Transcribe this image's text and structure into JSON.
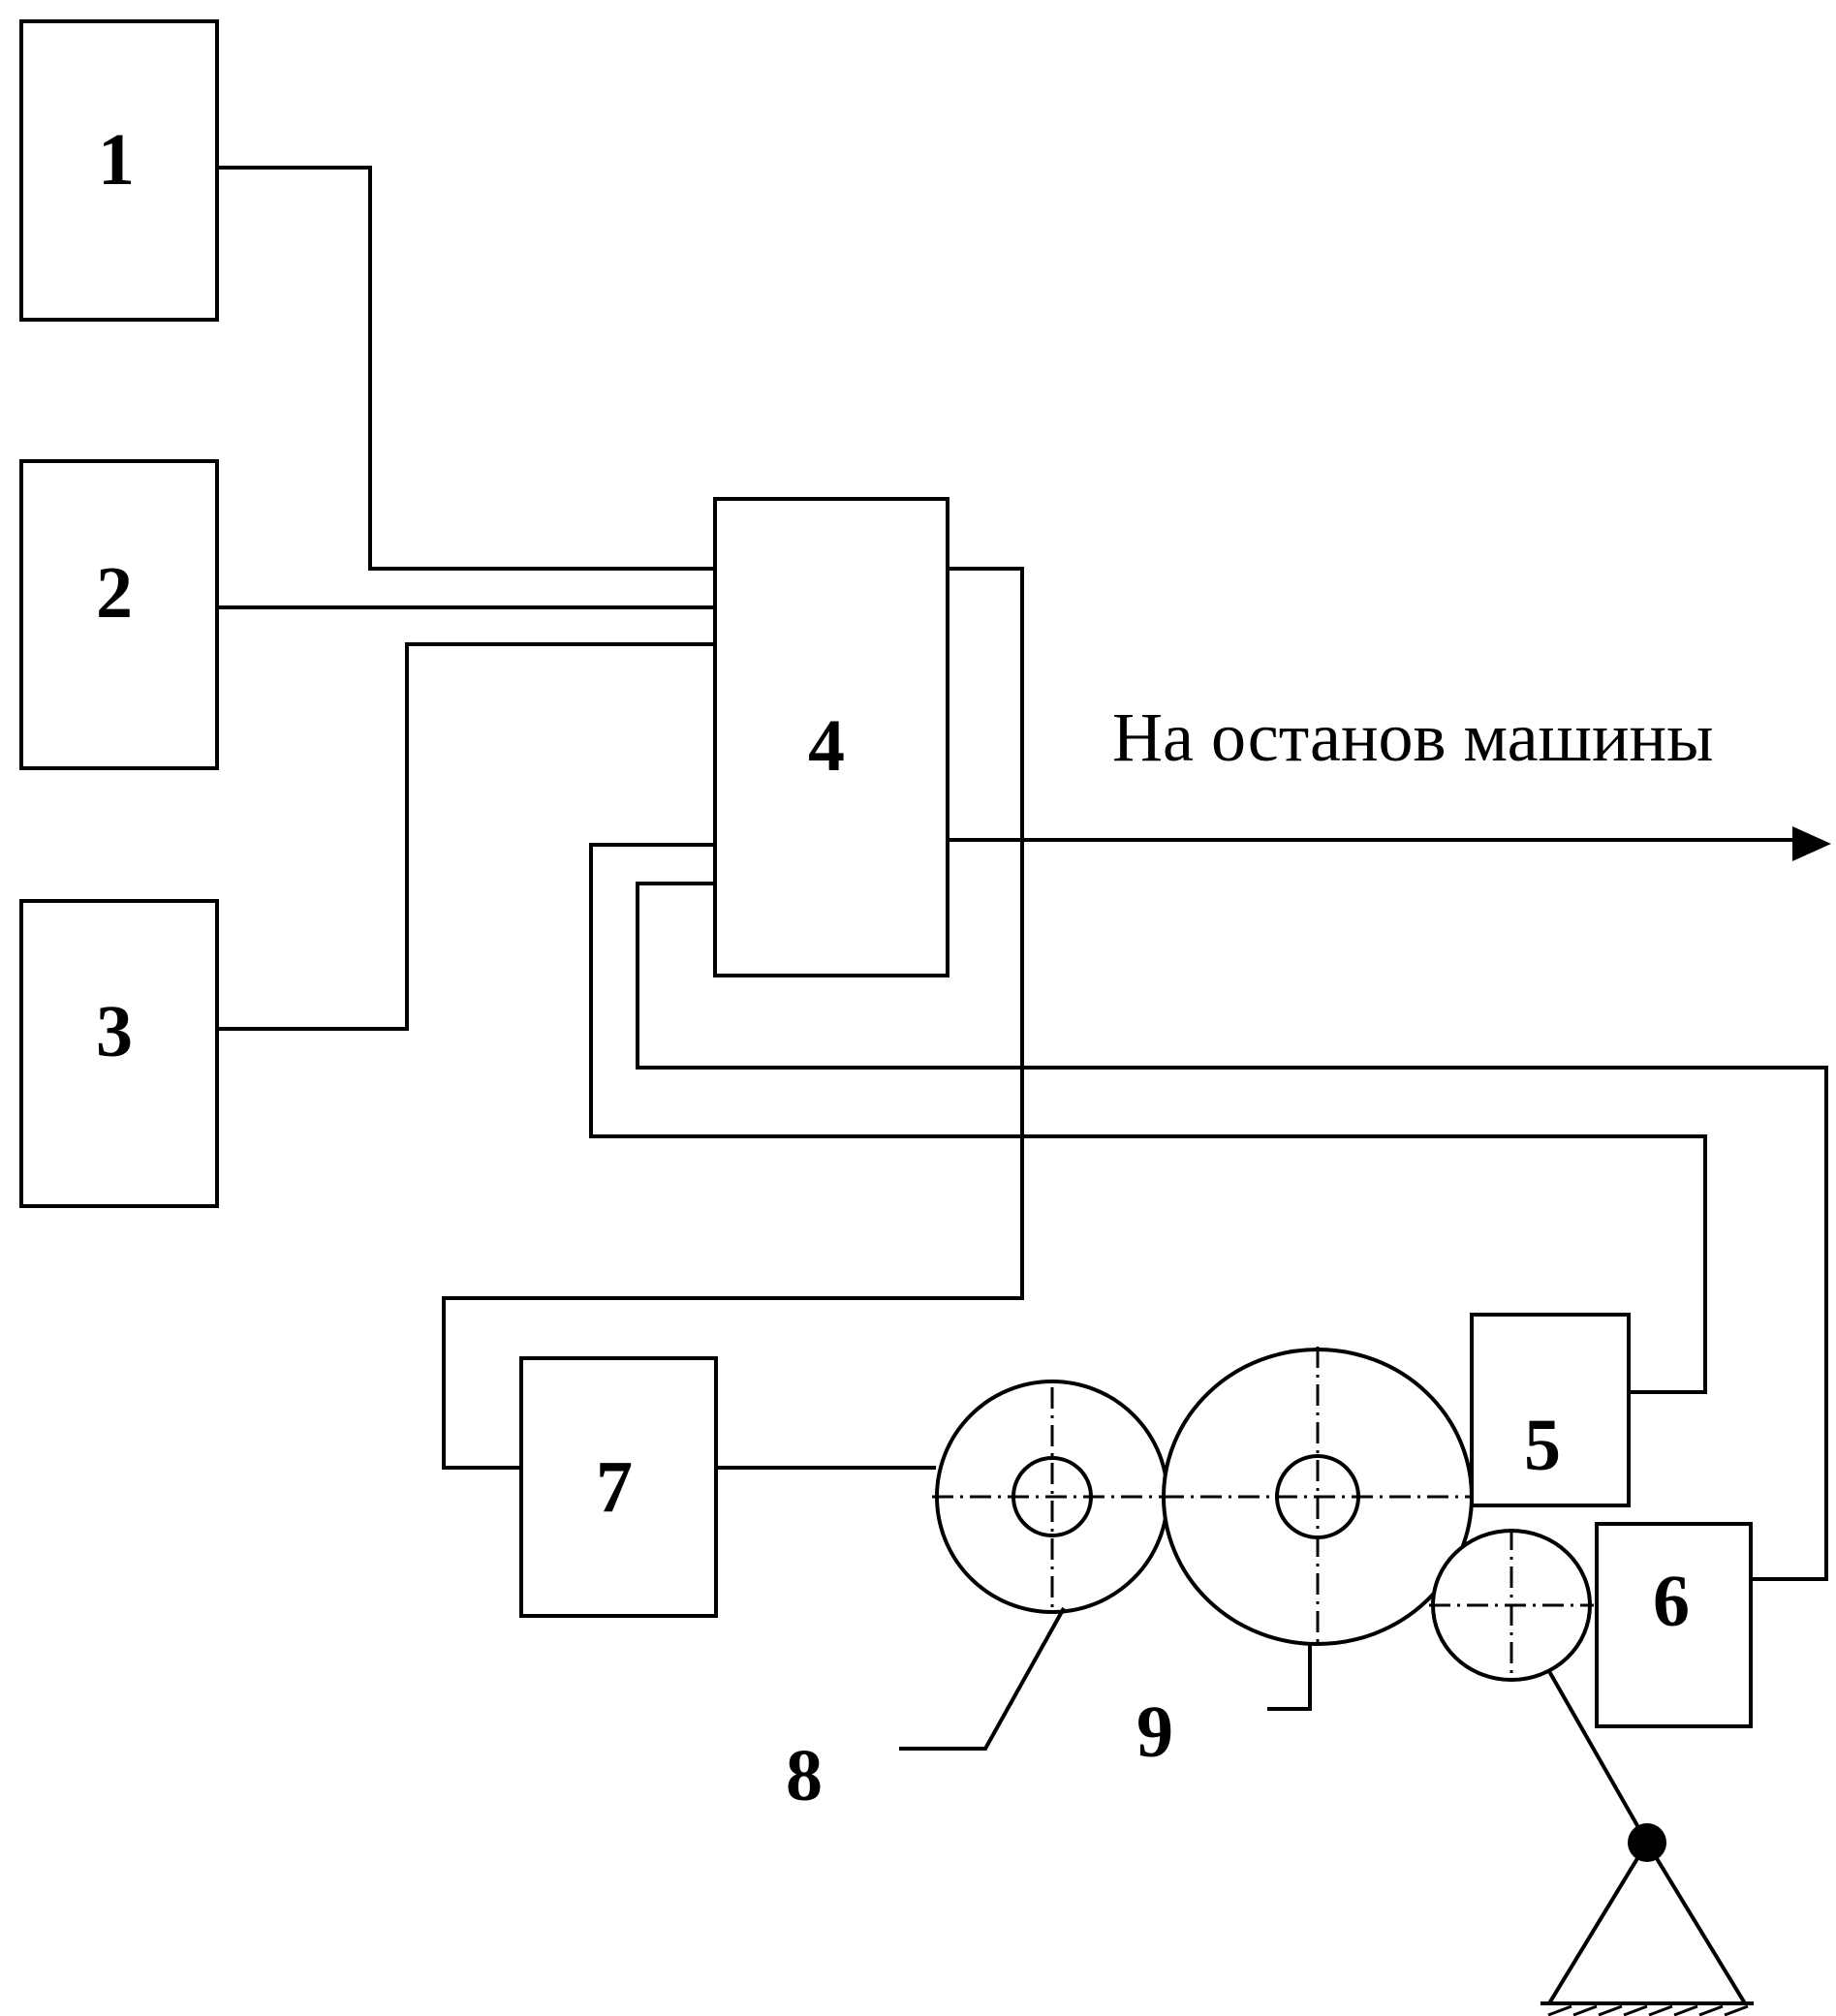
{
  "blocks": {
    "b1": "1",
    "b2": "2",
    "b3": "3",
    "b4": "4",
    "b5": "5",
    "b6": "6",
    "b7": "7"
  },
  "parts": {
    "p8": "8",
    "p9": "9"
  },
  "output_label": "На останов машины"
}
